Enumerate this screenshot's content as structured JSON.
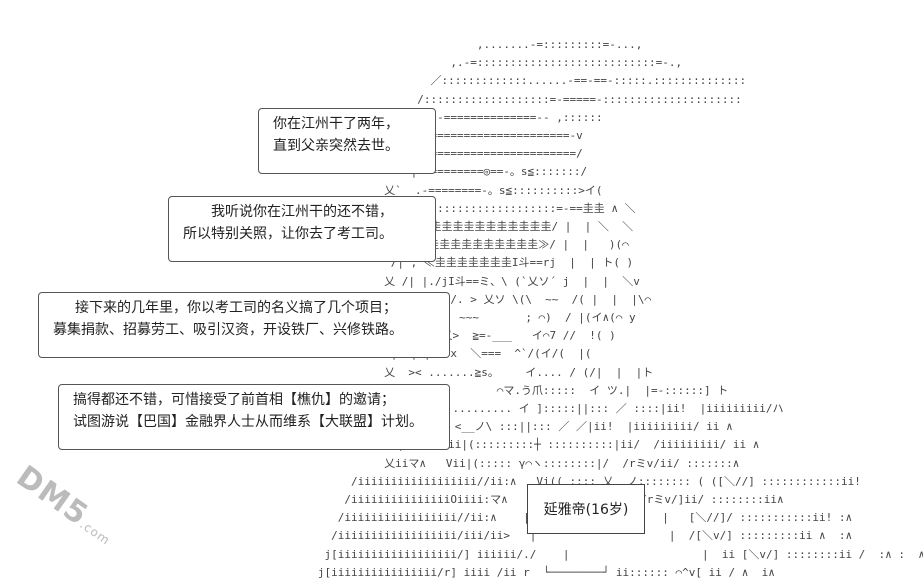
{
  "bubbles": [
    {
      "lines": [
        "你在江州干了两年，",
        "直到父亲突然去世。"
      ]
    },
    {
      "lines": [
        "我听说你在江州干的还不错，",
        "所以特别关照，让你去了考工司。"
      ]
    },
    {
      "lines": [
        "接下来的几年里，你以考工司的名义搞了几个项目；",
        "募集捐款、招募劳工、吸引汉资，开设铁厂、兴修铁路。"
      ]
    },
    {
      "lines": [
        "搞得都还不错，可惜接受了前首相【樵仇】的邀请；",
        "试图游说【巴国】金融界人士从而维系【大联盟】计划。"
      ]
    }
  ],
  "name_label": "延雅帝(16岁)",
  "watermark": {
    "main": "DM5",
    "sub": ".com"
  },
  "art_lines": [
    "                                                                        ,.......-=:::::::::=-...,",
    "                                                                    ,.-=:::::::::::::::::::::::::::=-.,",
    "                                                                 ／:::::::::::::......-==-==-:::::.::::::::::::::",
    "                                                               /:::::::::::::::::::=-=====-:::::::::::::::::::::",
    "                                                               ,  -==============-- ,::::::",
    "                                                           ;:::=======================-v",
    "                                                              |========================/",
    "                                                              |-=========◎==-。s≦:::::::/",
    "                                                          乂`  .-========-。s≦::::::::::>イ(",
    "                                                             /Vi::::::::::::::::::::=-==圭圭 ∧ ＼",
    "                                                          \\ / /VI圭圭圭圭圭圭圭圭圭圭圭/ |  | ＼  ＼",
    "                                                           |/ /≪圭圭圭圭圭圭圭圭圭圭≫/ |  |   )(⌒",
    "                                                           /| ;`≪圭圭圭圭圭圭圭I斗==rj  |  | ト( )",
    "                                                          乂 /| |./jI斗==ミ、\\ (`乂ソ´ j  |  |  ＼v",
    "                                                          /( /  |  |/. > 乂ソ \\(\\  ~~  /( |  |  |\\⌒",
    "                                                          ＼ v V /＼  ~~~       ; ⌒)  / |(イ∧(⌒ y",
    "                                                           |  |  ＼乂>  ≧=-___   イ⌒7 //  !( )",
    "                                                           |  | |⌒>=x  ＼===  ^`/(イ/(  |(",
    "                                                          乂  >< .......≧s。    イ.... / (/|  |  |ト",
    "                                                              ,,,r<        ⌒マ.う爪:::::  イ ツ.|  |=-::::::] ト",
    "                                                             ＼  ＼ .......... イ ]:::::||::: ／ ::::|ii!  |iiiiiiiii/ハ",
    "                                                            |..＼ .  <__ノ\\ :::||::: ／ ／|ii!  |iiiiiiiii/ ii ∧",
    "                                                            |＼ Y  Vii|(:::::::::┼ ::::::::::|ii/  /iiiiiiiii/ ii ∧",
    "                                                          乂iiマ∧   Vii|(::::: γ⌒ヽ::::::::|/  /rミv/ii/ :::::::∧",
    "                                                     /iiiiiiiiiiiiiiiiii//ii:∧   Vi(( :::: 乂__ノ:::::::: ( ([＼//] ::::::::::::ii!",
    "                                                    /iiiiiiiiiiiiiiiOiiii:マ∧   Vi: ┌────────┐   /rミv/]ii/ ::::::::ii∧",
    "                                                   /iiiiiiiiiiiiiiiii//ii:∧    |                    |   [＼//]/ :::::::::::ii! :∧",
    "                                                  /iiiiiiiiiiiiiiiiii/iii/ii>   |                    |  /[＼v/] :::::::::ii ∧  :∧",
    "                                                 j[iiiiiiiiiiiiiiiiii/] iiiiii/./    |                    |  ii [＼v/] ::::::::ii /  :∧ :  ∧",
    "                                                j[iiiiiiiiiiiiiiii/r] iiii /ii r  └────────┘ ii:::::: ⌒^v[ ii / ∧  i∧"
  ]
}
